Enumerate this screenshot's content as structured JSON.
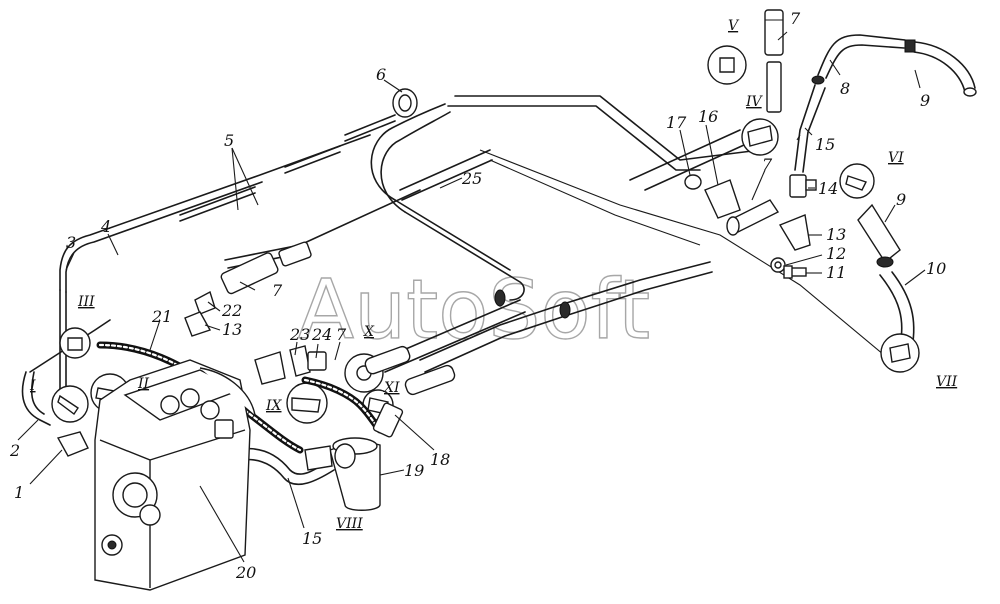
{
  "watermark": "AutoSoft",
  "labels": [
    {
      "id": "n1",
      "text": "1"
    },
    {
      "id": "n2",
      "text": "2"
    },
    {
      "id": "n3",
      "text": "3"
    },
    {
      "id": "n4",
      "text": "4"
    },
    {
      "id": "n5",
      "text": "5"
    },
    {
      "id": "n6",
      "text": "6"
    },
    {
      "id": "n7a",
      "text": "7"
    },
    {
      "id": "n7b",
      "text": "7"
    },
    {
      "id": "n7c",
      "text": "7"
    },
    {
      "id": "n7d",
      "text": "7"
    },
    {
      "id": "n8",
      "text": "8"
    },
    {
      "id": "n9a",
      "text": "9"
    },
    {
      "id": "n9b",
      "text": "9"
    },
    {
      "id": "n10",
      "text": "10"
    },
    {
      "id": "n11",
      "text": "11"
    },
    {
      "id": "n12",
      "text": "12"
    },
    {
      "id": "n13a",
      "text": "13"
    },
    {
      "id": "n13b",
      "text": "13"
    },
    {
      "id": "n14",
      "text": "14"
    },
    {
      "id": "n15a",
      "text": "15"
    },
    {
      "id": "n15b",
      "text": "15"
    },
    {
      "id": "n16",
      "text": "16"
    },
    {
      "id": "n17",
      "text": "17"
    },
    {
      "id": "n18",
      "text": "18"
    },
    {
      "id": "n19",
      "text": "19"
    },
    {
      "id": "n20",
      "text": "20"
    },
    {
      "id": "n21",
      "text": "21"
    },
    {
      "id": "n22",
      "text": "22"
    },
    {
      "id": "n23",
      "text": "23"
    },
    {
      "id": "n24",
      "text": "24"
    },
    {
      "id": "n25",
      "text": "25"
    }
  ],
  "views": [
    {
      "id": "rI",
      "text": "I"
    },
    {
      "id": "rII",
      "text": "II"
    },
    {
      "id": "rIII",
      "text": "III"
    },
    {
      "id": "rIV",
      "text": "IV"
    },
    {
      "id": "rV",
      "text": "V"
    },
    {
      "id": "rVI",
      "text": "VI"
    },
    {
      "id": "rVII",
      "text": "VII"
    },
    {
      "id": "rVIII",
      "text": "VIII"
    },
    {
      "id": "rIX",
      "text": "IX"
    },
    {
      "id": "rX",
      "text": "X"
    },
    {
      "id": "rXI",
      "text": "XI"
    }
  ]
}
